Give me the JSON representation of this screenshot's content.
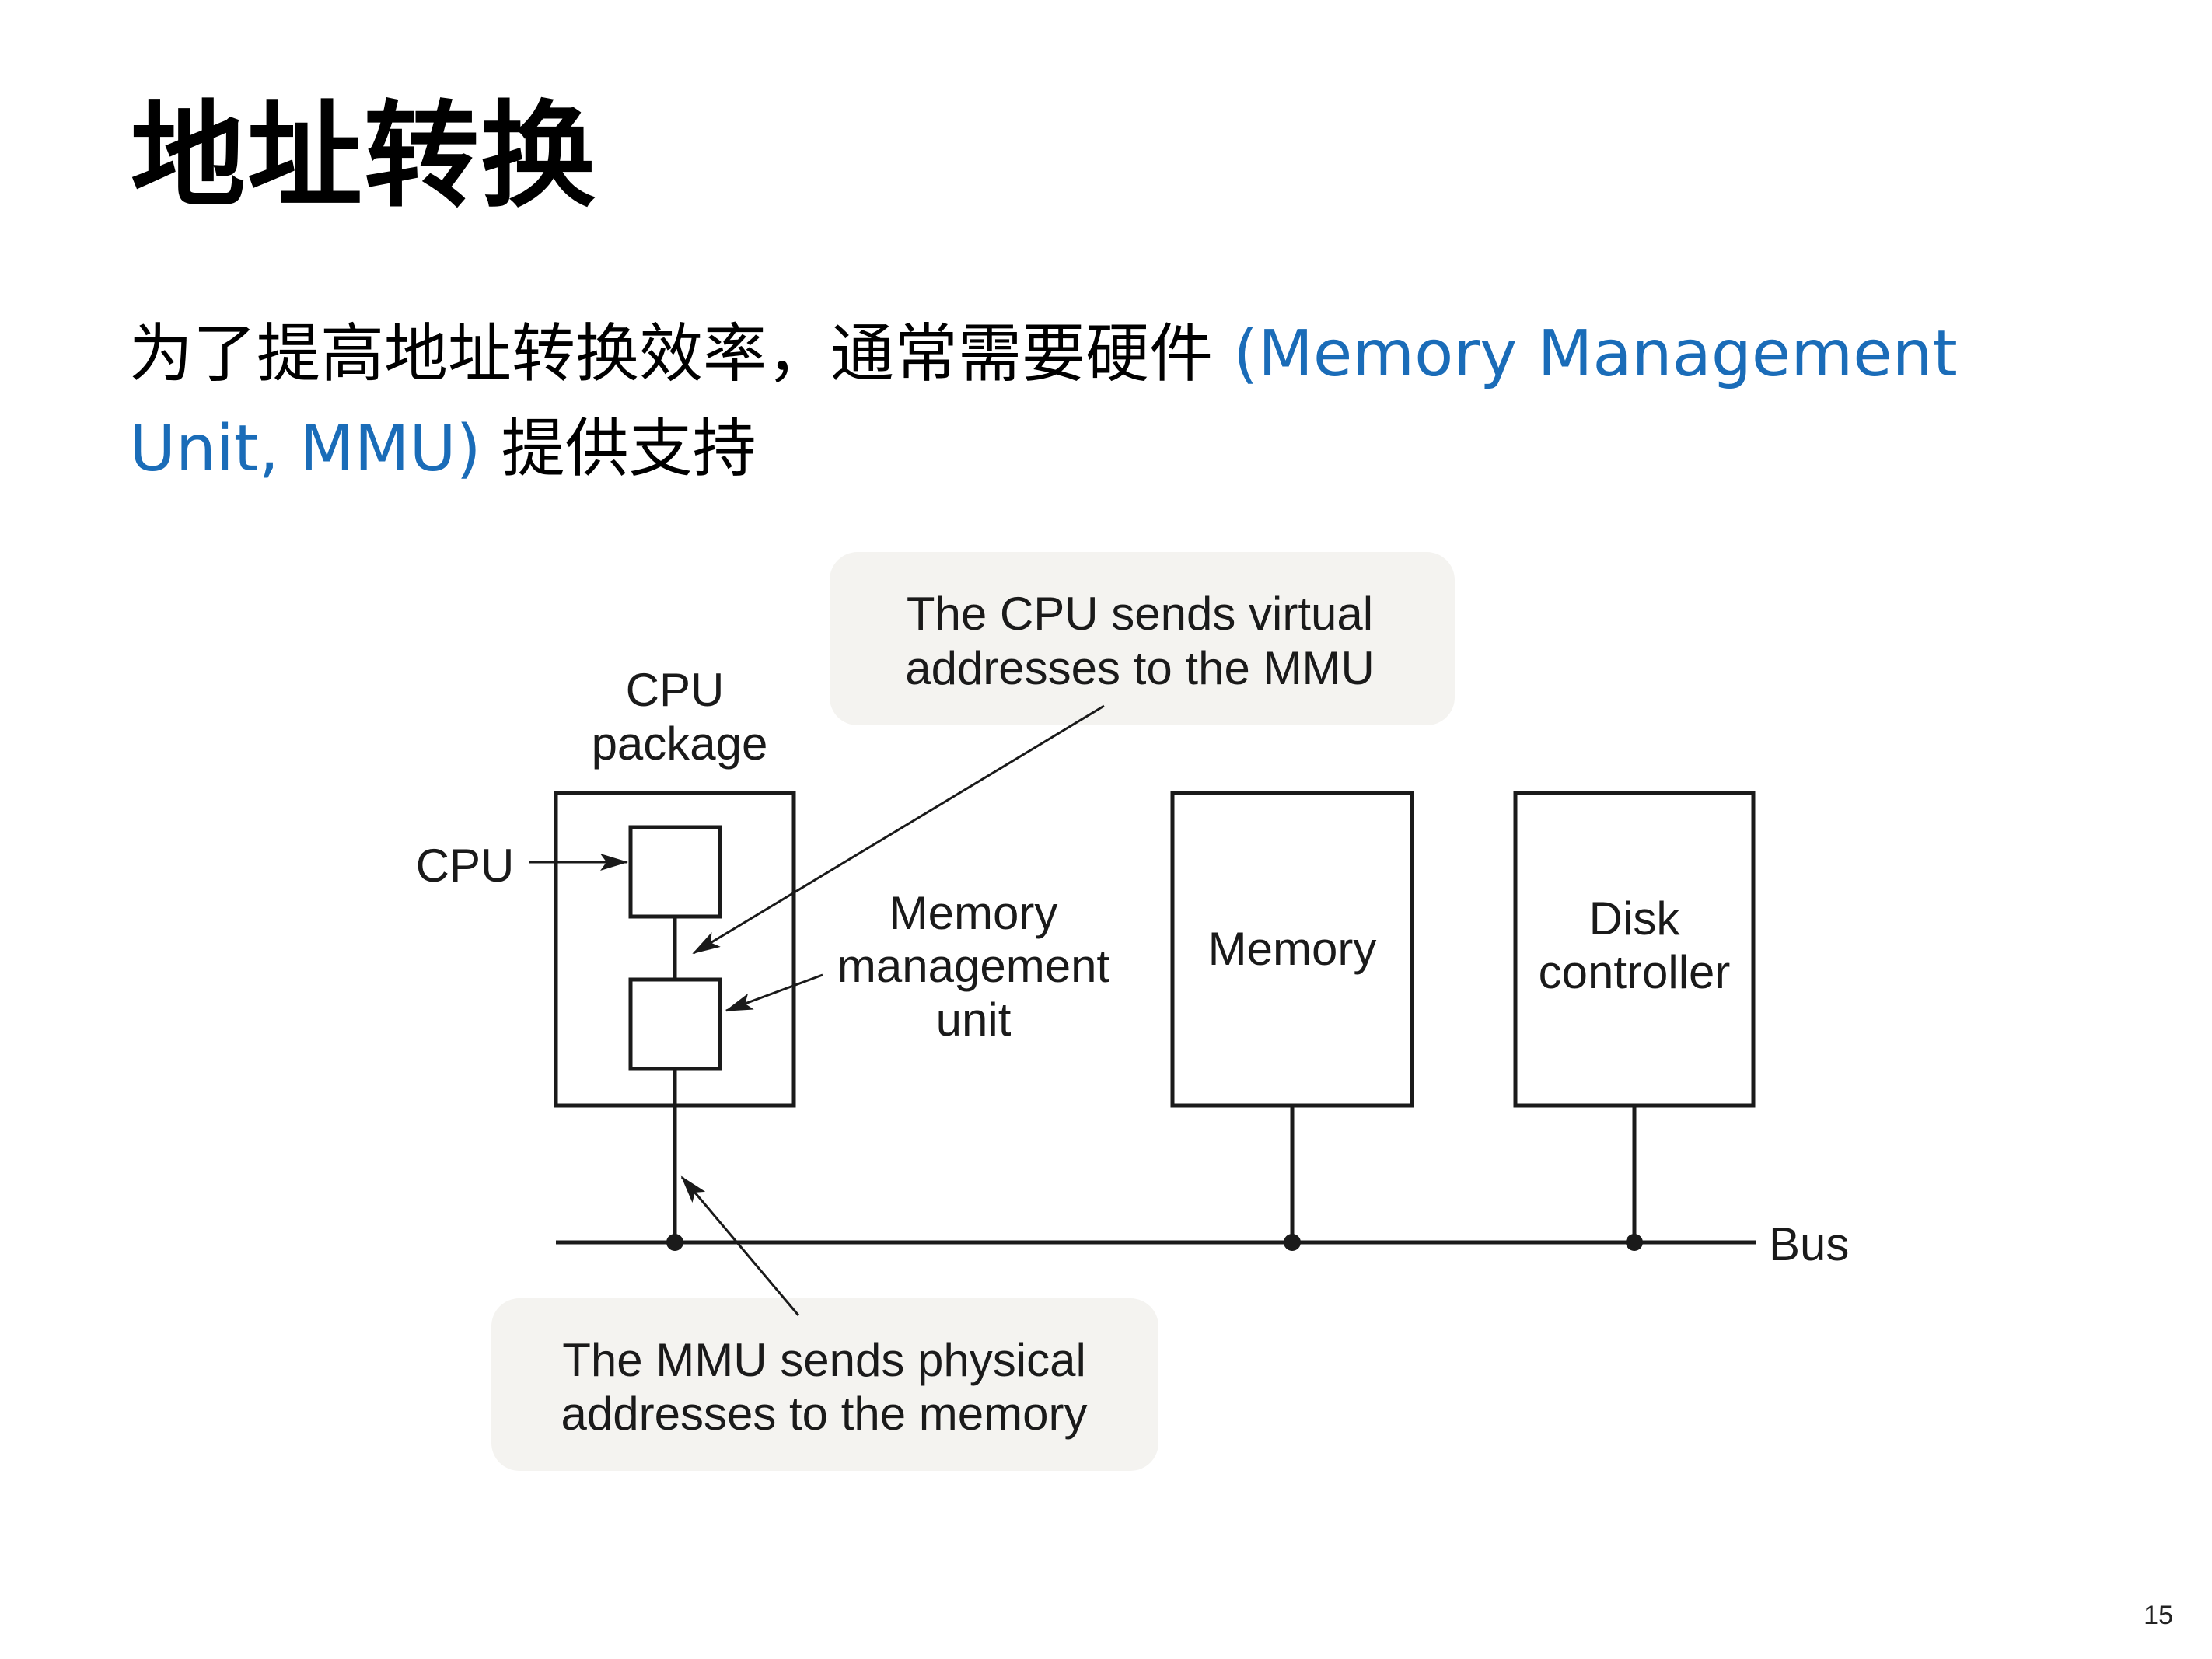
{
  "slide": {
    "title": "地址转换",
    "intro_text": "为了提高地址转换效率，通常需要硬件 ",
    "intro_highlight": "(Memory Management Unit, MMU)",
    "intro_suffix": " 提供支持",
    "page_number": "15",
    "highlight_color": "#1a6cb8"
  },
  "diagram": {
    "cpu_package_label": [
      "CPU",
      "package"
    ],
    "cpu_label": "CPU",
    "mmu_label": [
      "Memory",
      "management",
      "unit"
    ],
    "memory_label": "Memory",
    "disk_controller_label": [
      "Disk",
      "controller"
    ],
    "bus_label": "Bus",
    "callout_virtual": [
      "The CPU sends virtual",
      "addresses to the MMU"
    ],
    "callout_physical": [
      "The MMU sends physical",
      "addresses to the memory"
    ],
    "callout_background": "#f4f3f0"
  }
}
